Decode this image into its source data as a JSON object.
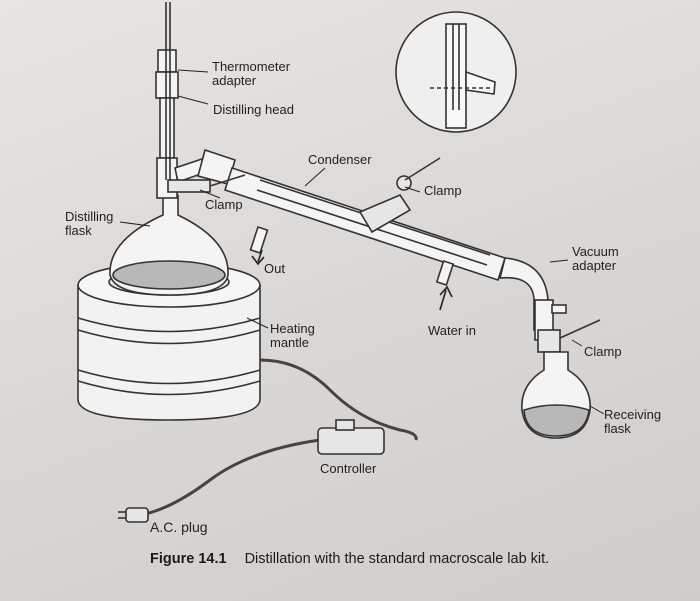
{
  "labels": {
    "thermometer_adapter": "Thermometer\nadapter",
    "distilling_head": "Distilling head",
    "condenser": "Condenser",
    "clamp_condenser": "Clamp",
    "distilling_flask": "Distilling\nflask",
    "clamp_flask": "Clamp",
    "out": "Out",
    "heating_mantle": "Heating\nmantle",
    "water_in": "Water in",
    "vacuum_adapter": "Vacuum\nadapter",
    "clamp_receiver": "Clamp",
    "receiving_flask": "Receiving\nflask",
    "controller": "Controller",
    "ac_plug": "A.C. plug"
  },
  "caption": {
    "figure_number": "Figure 14.1",
    "text": "Distillation with the standard macroscale lab kit."
  }
}
